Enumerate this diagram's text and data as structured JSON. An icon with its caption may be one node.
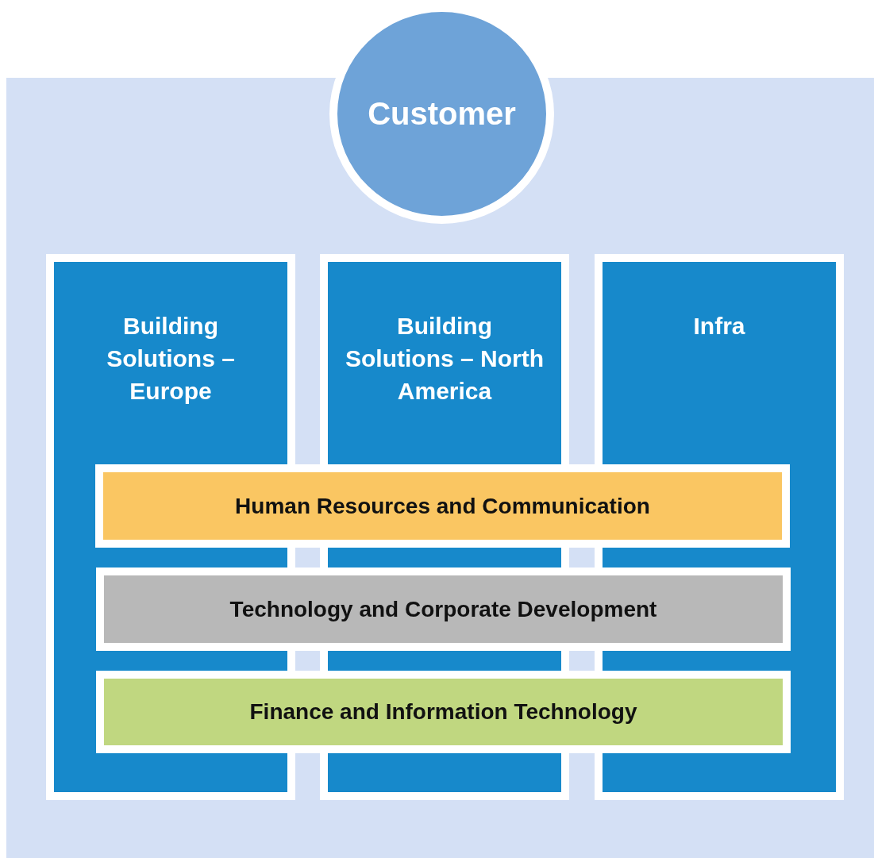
{
  "diagram": {
    "nodes": [
      {
        "text": [
          "Customer"
        ]
      },
      {
        "text": [
          "Building Solutions – Europe"
        ]
      },
      {
        "text": [
          "Building Solutions – North America"
        ]
      },
      {
        "text": [
          "Infra"
        ]
      },
      {
        "text": [
          "Human Resources and Communication"
        ]
      },
      {
        "text": [
          "Technology and Corporate Development"
        ]
      },
      {
        "text": [
          "Finance and Information Technology"
        ]
      }
    ]
  }
}
